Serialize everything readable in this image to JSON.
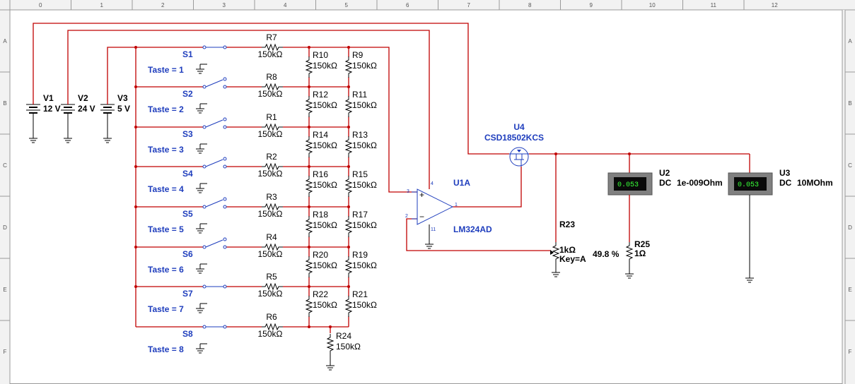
{
  "ruler": {
    "columns": [
      "0",
      "1",
      "2",
      "3",
      "4",
      "5",
      "6",
      "7",
      "8",
      "9",
      "10",
      "11",
      "12"
    ],
    "rows": [
      "A",
      "B",
      "C",
      "D",
      "E",
      "F"
    ]
  },
  "sources": [
    {
      "name": "V1",
      "value": "12 V"
    },
    {
      "name": "V2",
      "value": "24 V"
    },
    {
      "name": "V3",
      "value": "5 V"
    }
  ],
  "switches": [
    {
      "name": "S1",
      "key": "Taste = 1"
    },
    {
      "name": "S2",
      "key": "Taste = 2"
    },
    {
      "name": "S3",
      "key": "Taste = 3"
    },
    {
      "name": "S4",
      "key": "Taste = 4"
    },
    {
      "name": "S5",
      "key": "Taste = 5"
    },
    {
      "name": "S6",
      "key": "Taste = 6"
    },
    {
      "name": "S7",
      "key": "Taste = 7"
    },
    {
      "name": "S8",
      "key": "Taste = 8"
    }
  ],
  "series_resistors": [
    {
      "name": "R7",
      "value": "150kΩ"
    },
    {
      "name": "R8",
      "value": "150kΩ"
    },
    {
      "name": "R1",
      "value": "150kΩ"
    },
    {
      "name": "R2",
      "value": "150kΩ"
    },
    {
      "name": "R3",
      "value": "150kΩ"
    },
    {
      "name": "R4",
      "value": "150kΩ"
    },
    {
      "name": "R5",
      "value": "150kΩ"
    },
    {
      "name": "R6",
      "value": "150kΩ"
    }
  ],
  "ladder_left": [
    {
      "name": "R10",
      "value": "150kΩ"
    },
    {
      "name": "R12",
      "value": "150kΩ"
    },
    {
      "name": "R14",
      "value": "150kΩ"
    },
    {
      "name": "R16",
      "value": "150kΩ"
    },
    {
      "name": "R18",
      "value": "150kΩ"
    },
    {
      "name": "R20",
      "value": "150kΩ"
    },
    {
      "name": "R22",
      "value": "150kΩ"
    }
  ],
  "ladder_right": [
    {
      "name": "R9",
      "value": "150kΩ"
    },
    {
      "name": "R11",
      "value": "150kΩ"
    },
    {
      "name": "R13",
      "value": "150kΩ"
    },
    {
      "name": "R15",
      "value": "150kΩ"
    },
    {
      "name": "R17",
      "value": "150kΩ"
    },
    {
      "name": "R19",
      "value": "150kΩ"
    },
    {
      "name": "R21",
      "value": "150kΩ"
    }
  ],
  "r24": {
    "name": "R24",
    "value": "150kΩ"
  },
  "opamp": {
    "name": "U1A",
    "model": "LM324AD",
    "pins": {
      "out": "1",
      "inv": "2",
      "noninv": "3",
      "vcc": "4",
      "gnd": "11"
    }
  },
  "mosfet": {
    "name": "U4",
    "model": "CSD18502KCS"
  },
  "pot": {
    "name": "R23",
    "value": "1kΩ",
    "key": "Key=A",
    "setting": "49.8 %"
  },
  "r25": {
    "name": "R25",
    "value": "1Ω"
  },
  "meters": [
    {
      "name": "U2",
      "reading": "0.053",
      "mode": "DC",
      "impedance": "1e-009Ohm"
    },
    {
      "name": "U3",
      "reading": "0.053",
      "mode": "DC",
      "impedance": "10MOhm"
    }
  ]
}
